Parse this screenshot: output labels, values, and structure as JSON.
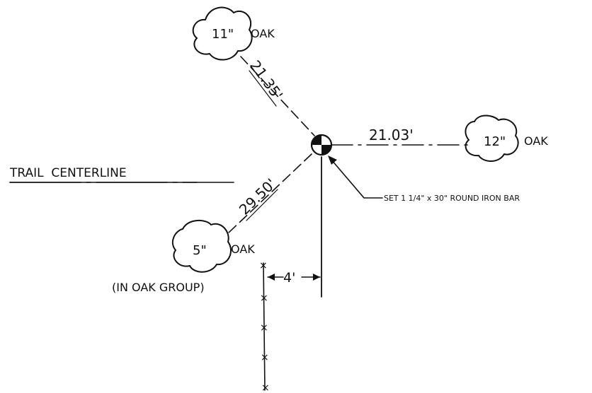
{
  "trees": [
    {
      "size": "11\"",
      "species": "OAK"
    },
    {
      "size": "12\"",
      "species": "OAK"
    },
    {
      "size": "5\"",
      "species": "OAK",
      "note": "(IN OAK GROUP)"
    }
  ],
  "distances": [
    "21.35'",
    "21.03'",
    "29.50'"
  ],
  "trail_label": "TRAIL  CENTERLINE",
  "marker_callout": "SET 1 1/4\" x 30\" ROUND IRON BAR",
  "offset_label": "4'"
}
